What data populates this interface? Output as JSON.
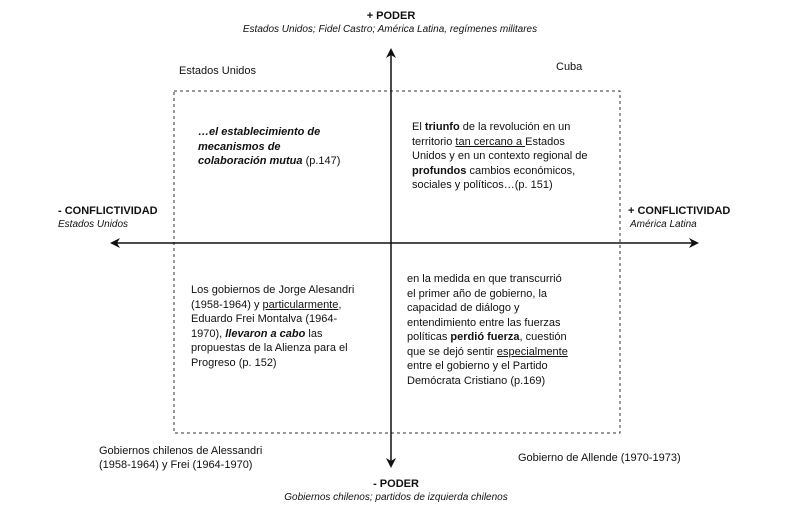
{
  "axes": {
    "top": {
      "title": "+ PODER",
      "subtitle": "Estados Unidos; Fidel Castro; América Latina, regímenes militares"
    },
    "bottom": {
      "title": "- PODER",
      "subtitle": "Gobiernos chilenos; partidos de izquierda chilenos"
    },
    "left": {
      "title": "- CONFLICTIVIDAD",
      "subtitle": "Estados Unidos"
    },
    "right": {
      "title": "+ CONFLICTIVIDAD",
      "subtitle": "América Latina"
    }
  },
  "corners": {
    "top_left": "Estados Unidos",
    "top_right": "Cuba",
    "bottom_left_line1": "Gobiernos chilenos de Alessandri",
    "bottom_left_line2": "(1958-1964) y Frei (1964-1970)",
    "bottom_right": "Gobierno de Allende (1970-1973)"
  },
  "quadrants": {
    "top_left": {
      "line1": "…el establecimiento de",
      "line2": "mecanismos de",
      "line3_bold": "colaboración mutua",
      "line3_rest": " (p.147)"
    },
    "top_right": {
      "l1_a": "El ",
      "l1_bold": "triunfo",
      "l1_b": " de la revolución en un",
      "l2_a": "territorio ",
      "l2_u": "tan cercano a ",
      "l2_b": "Estados",
      "l3": "Unidos y en un contexto regional de",
      "l4_bold": "profundos",
      "l4_b": " cambios económicos,",
      "l5": "sociales y políticos…(p. 151)"
    },
    "bottom_left": {
      "l1": "Los gobiernos de Jorge Alesandri",
      "l2_a": "(1958-1964) y ",
      "l2_u": "particularmente",
      "l2_b": ",",
      "l3": "Eduardo Frei Montalva (1964-",
      "l4_a": "1970), ",
      "l4_bi": "llevaron a cabo",
      "l4_b": " las",
      "l5": "propuestas de la Alienza para el",
      "l6": "Progreso (p. 152)"
    },
    "bottom_right": {
      "l1": "en la medida en que transcurrió",
      "l2": "el primer año de gobierno, la",
      "l3": "capacidad de diálogo y",
      "l4": "entendimiento entre las fuerzas",
      "l5_a": "políticas ",
      "l5_bold": "perdió fuerza",
      "l5_b": ", cuestión",
      "l6_a": "que se dejó sentir ",
      "l6_u": "especialmente",
      "l7": "entre el gobierno y el Partido",
      "l8": "Demócrata Cristiano (p.169)"
    }
  }
}
